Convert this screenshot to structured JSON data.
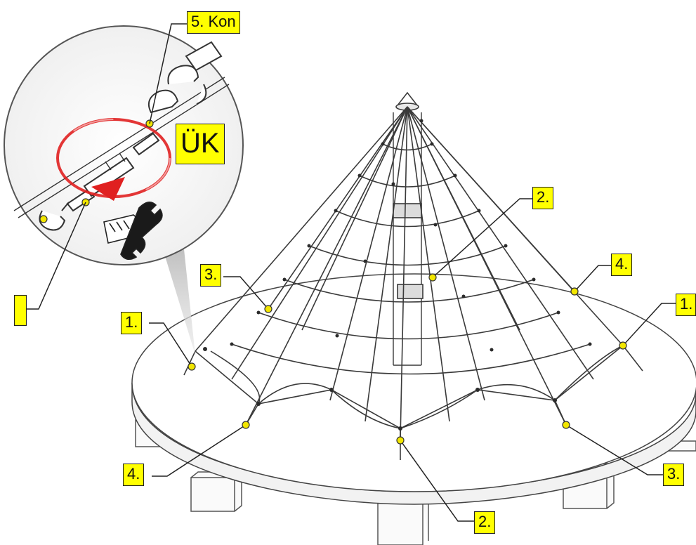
{
  "callouts": {
    "kon": "5. Kon",
    "uk": "ÜK",
    "blank": "",
    "n1_left": "1.",
    "n1_right": "1.",
    "n2_top": "2.",
    "n2_bottom": "2.",
    "n3_left": "3.",
    "n3_right": "3.",
    "n4_left": "4.",
    "n4_right": "4."
  },
  "colors": {
    "label_fill": "#ffff00",
    "marker_fill": "#f2e600",
    "rotation_arrow": "#e02020"
  },
  "icons": [
    "rotation-arrow-icon",
    "hand-wrench-icon",
    "shackle-icon",
    "turnbuckle-icon"
  ]
}
